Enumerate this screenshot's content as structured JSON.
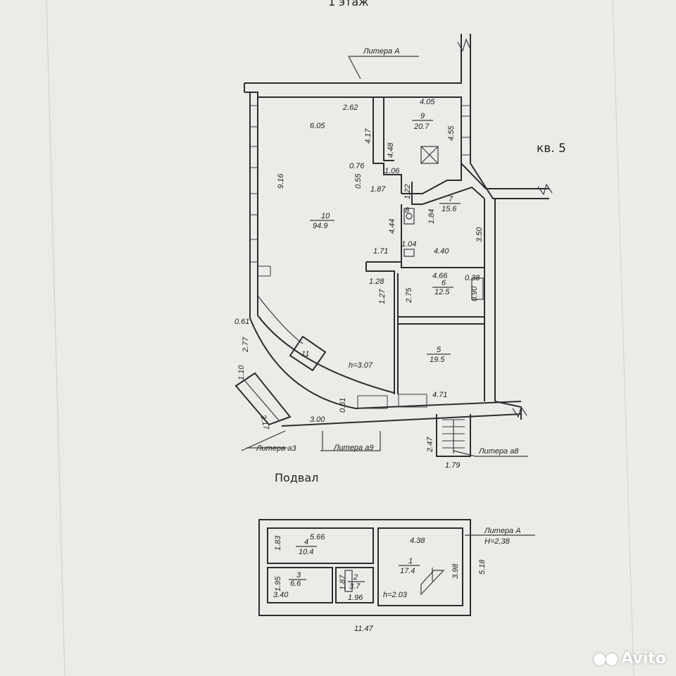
{
  "header": {
    "floor_label": "1 этаж"
  },
  "apartment_label": "кв. 5",
  "basement_label": "Подвал",
  "litera": {
    "a_top": "Литера А",
    "a3": "Литера а3",
    "a9": "Литера а9",
    "a8": "Литера а8",
    "a_basement": "Литера А",
    "h_basement": "H=2,38"
  },
  "rooms": [
    {
      "num": "10",
      "area": "94.9"
    },
    {
      "num": "9",
      "area": "20.7"
    },
    {
      "num": "7",
      "area": "15.6"
    },
    {
      "num": "6",
      "area": "12.5"
    },
    {
      "num": "5",
      "area": "19.5"
    },
    {
      "num": "8",
      "area": ""
    },
    {
      "num": "11",
      "area": ""
    }
  ],
  "basement_rooms": [
    {
      "num": "4",
      "area": "10.4"
    },
    {
      "num": "3",
      "area": "6.6"
    },
    {
      "num": "2",
      "area": "3.7"
    },
    {
      "num": "1",
      "area": "17.4"
    }
  ],
  "heights": {
    "main": "h=3.07",
    "basement_room": "h=2.03"
  },
  "dims": {
    "d262": "2.62",
    "d605": "6.05",
    "d417": "4.17",
    "d448": "4.48",
    "d405": "4.05",
    "d455": "4.55",
    "d916": "9.16",
    "d076": "0.76",
    "d055": "0.55",
    "d106": "1.06",
    "d187": "1.87",
    "d122": "1.22",
    "d184": "1.84",
    "d444": "4.44",
    "d104": "1.04",
    "d171": "1.71",
    "d440": "4.40",
    "d350": "3.50",
    "d128": "1.28",
    "d127": "1.27",
    "d275": "2.75",
    "d466": "4.66",
    "d038": "0.38",
    "d090": "0.90",
    "d061": "0.61",
    "d277": "2.77",
    "d110": "1.10",
    "d317": "3.17",
    "d061b": "0.61",
    "d300": "3.00",
    "d471": "4.71",
    "d247": "2.47",
    "d179": "1.79",
    "b566": "5.66",
    "b183": "1.83",
    "b195": "1.95",
    "b340": "3.40",
    "b187": "1.87",
    "b196": "1.96",
    "b438": "4.38",
    "b398": "3.98",
    "b518": "5.18",
    "b1147": "11.47"
  },
  "watermark": "Avito"
}
